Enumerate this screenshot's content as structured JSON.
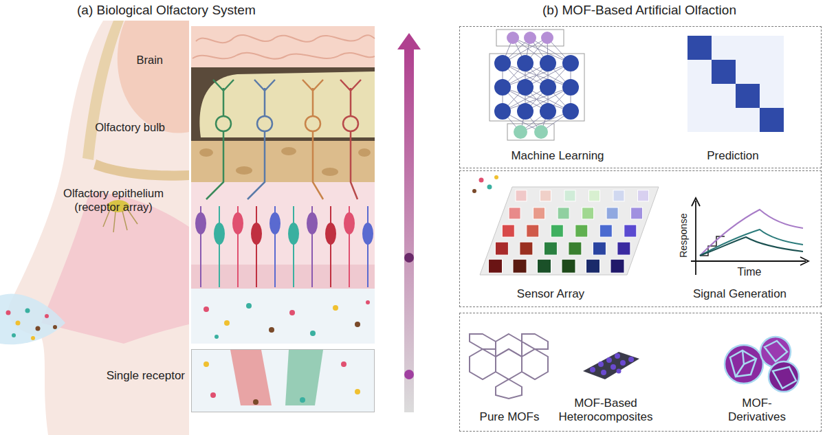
{
  "diagram": {
    "nodes": [
      {
        "text": [
          "Machine Learning",
          "Prediction"
        ]
      },
      {
        "text": [
          "Sensor Array",
          "Signal Generation"
        ]
      },
      {
        "text": [
          "Pure MOFs",
          "MOF-Based Heterocomposites",
          "MOF-Derivatives"
        ]
      },
      {
        "text": [
          "Single receptor"
        ]
      }
    ],
    "labels": [
      "(a) Biological Olfactory System",
      "(b) MOF-Based Artificial Olfaction",
      "Brain",
      "Olfactory bulb",
      "Olfactory epithelium (receptor array)",
      "Response",
      "Time"
    ]
  }
}
